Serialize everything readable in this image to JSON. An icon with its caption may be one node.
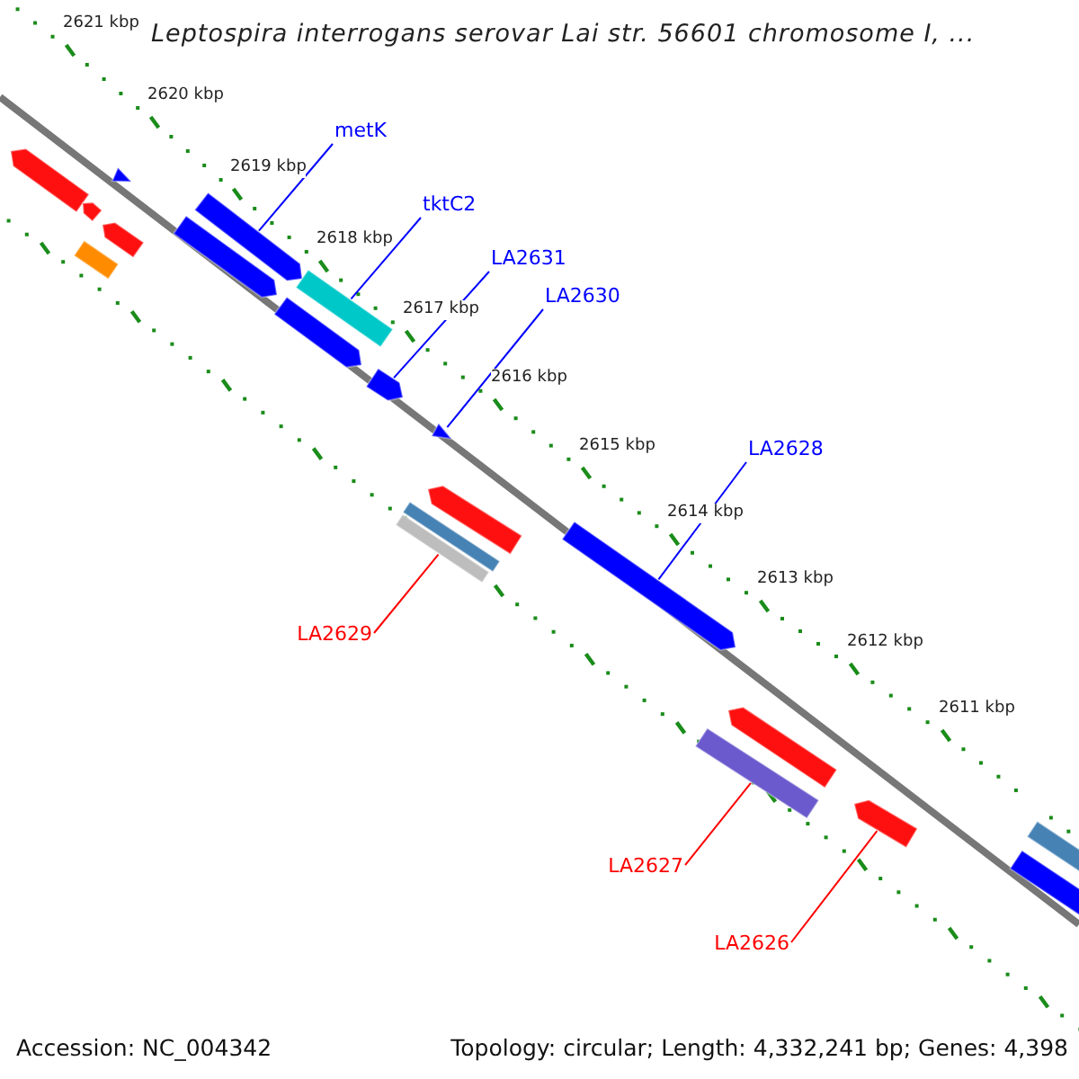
{
  "diagram": {
    "title": "Leptospira interrogans serovar Lai str. 56601 chromosome I, ...",
    "nodes": [
      {
        "text": [],
        "shape": "bar"
      },
      {
        "text": [],
        "shape": "bar"
      },
      {
        "text": [],
        "shape": "bar"
      },
      {
        "text": [],
        "shape": "bar"
      },
      {
        "text": [],
        "shape": "bar"
      },
      {
        "text": [],
        "shape": "bar"
      },
      {
        "text": [],
        "shape": "bar"
      },
      {
        "text": [],
        "shape": "bar"
      },
      {
        "text": [],
        "shape": "bar"
      },
      {
        "text": [],
        "shape": "bar"
      },
      {
        "text": [],
        "shape": "bar"
      },
      {
        "text": [],
        "shape": "bar"
      },
      {
        "text": [],
        "shape": "bar"
      },
      {
        "text": [],
        "shape": "bar"
      },
      {
        "text": [],
        "shape": "bar"
      },
      {
        "text": [],
        "shape": "bar"
      },
      {
        "text": [],
        "shape": "bar"
      },
      {
        "text": [],
        "shape": "bar"
      },
      {
        "text": [],
        "shape": "bar"
      },
      {
        "text": [],
        "shape": "bar"
      },
      {
        "text": [
          "metK"
        ]
      },
      {
        "text": [
          "tktC2"
        ]
      },
      {
        "text": [
          "LA2631"
        ]
      },
      {
        "text": [
          "LA2630"
        ]
      },
      {
        "text": [
          "LA2628"
        ]
      },
      {
        "text": [
          "LA2629"
        ]
      },
      {
        "text": [
          "LA2627"
        ]
      },
      {
        "text": [
          "LA2626"
        ]
      }
    ],
    "edges": [
      {
        "from": 20,
        "to": 6,
        "arrow": "none"
      },
      {
        "from": 21,
        "to": 8,
        "arrow": "none"
      },
      {
        "from": 22,
        "to": 9,
        "arrow": "none"
      },
      {
        "from": 23,
        "to": 10,
        "arrow": "none"
      },
      {
        "from": 24,
        "to": 14,
        "arrow": "none"
      },
      {
        "from": 25,
        "to": 11,
        "arrow": "none",
        "color": "#ff0000"
      },
      {
        "from": 26,
        "to": 15,
        "arrow": "none",
        "color": "#ff0000"
      },
      {
        "from": 27,
        "to": 17,
        "arrow": "none",
        "color": "#ff0000"
      }
    ],
    "labels": [
      "2621 kbp",
      "2620 kbp",
      "2619 kbp",
      "2618 kbp",
      "2617 kbp",
      "2616 kbp",
      "2615 kbp",
      "2614 kbp",
      "2613 kbp",
      "2612 kbp",
      "2611 kbp",
      "Accession: NC_004342",
      "Topology: circular; Length: 4,332,241 bp; Genes: 4,398"
    ]
  }
}
